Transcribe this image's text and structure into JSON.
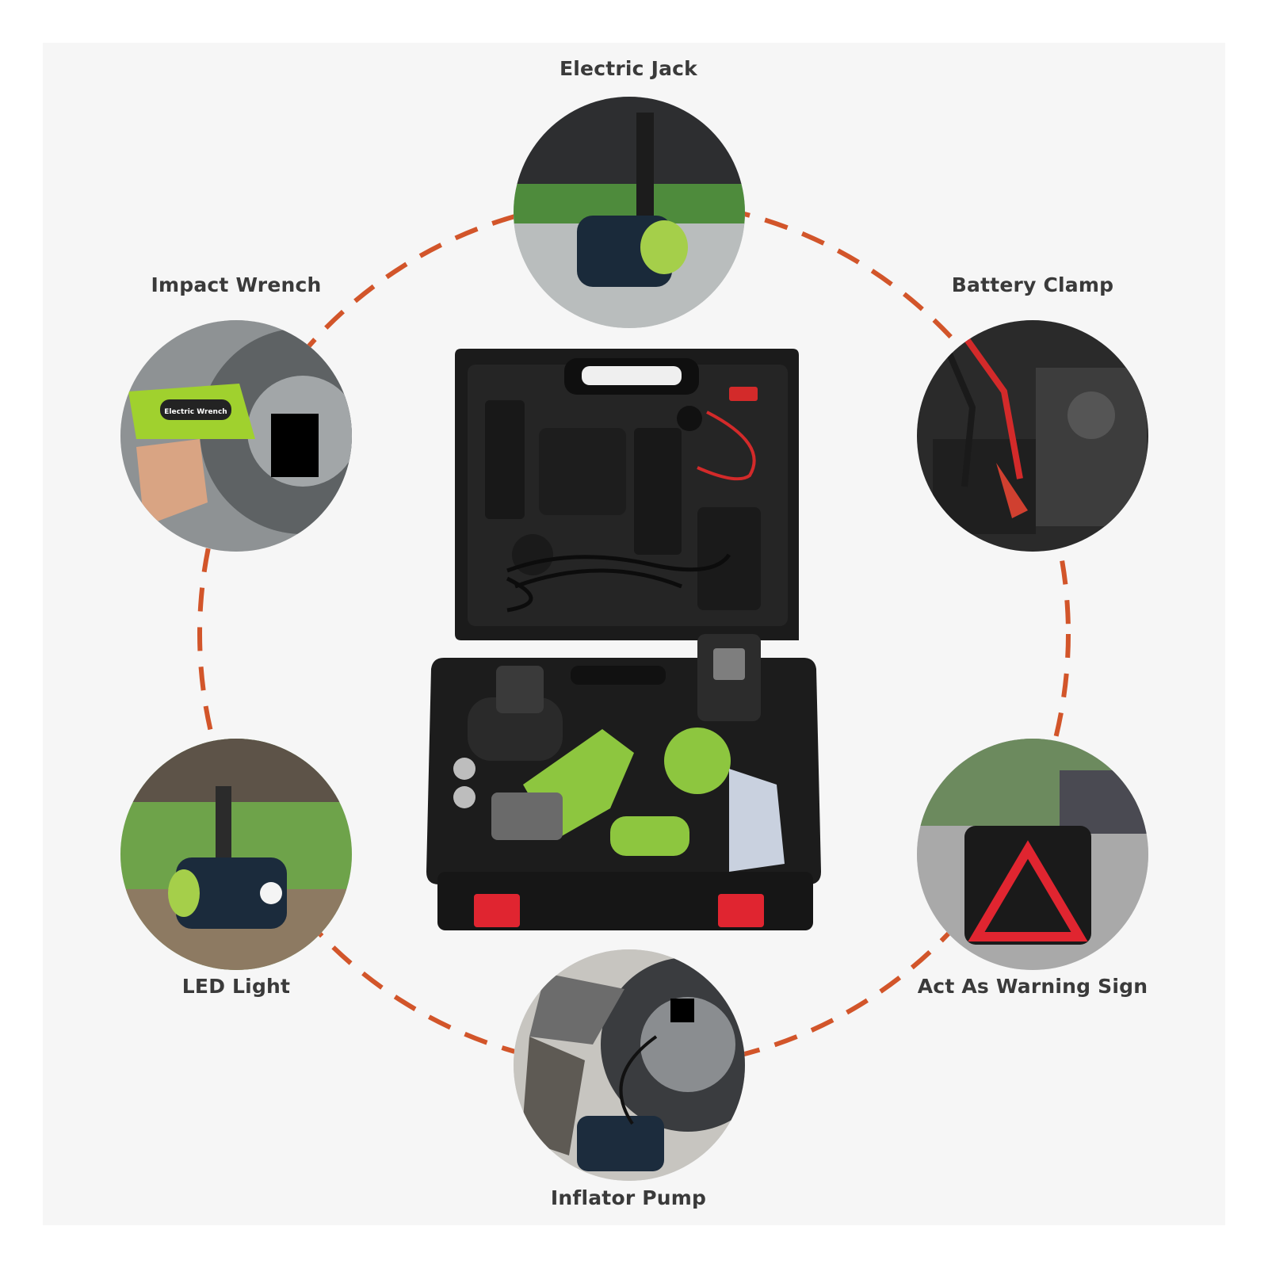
{
  "features": {
    "electric_jack": "Electric Jack",
    "impact_wrench": "Impact Wrench",
    "battery_clamp": "Battery Clamp",
    "led_light": "LED Light",
    "warning_sign": "Act As Warning Sign",
    "inflator_pump": "Inflator Pump"
  },
  "product_markings": {
    "wrench_badge": "Electric Wrench"
  },
  "colors": {
    "ring_dash": "#d2552a",
    "accent_green": "#8dc63f",
    "case_black": "#1e1e1e",
    "latch_red": "#e02530",
    "label_text": "#3a3a3a"
  }
}
